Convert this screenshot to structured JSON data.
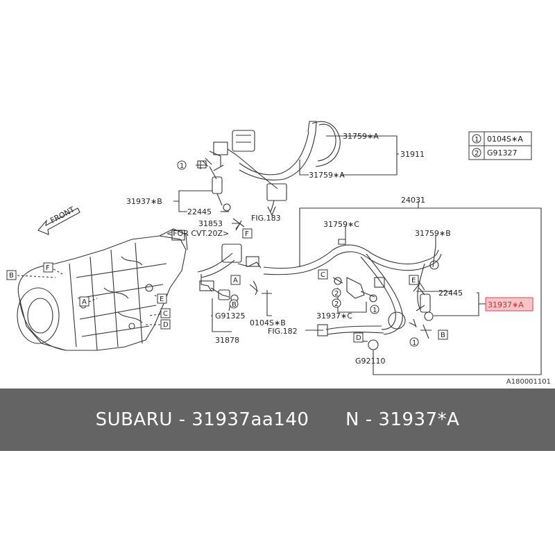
{
  "colors": {
    "caption_bg": "#646464",
    "line": "#333333",
    "highlight": "#d9434a",
    "highlight_fill": "#f5c4c6"
  },
  "direction_label": "FRONT",
  "legend": [
    {
      "num": "1",
      "code": "0104S∗A"
    },
    {
      "num": "2",
      "code": "G91327"
    }
  ],
  "labels": {
    "p31759A_top": "31759∗A",
    "p31759A_bottom": "31759∗A",
    "p31911": "31911",
    "p31937B": "31937∗B",
    "p22445_left": "22445",
    "p31853": "31853",
    "cvt_note": "<FOR CVT.20Z>",
    "fig183": "FIG.183",
    "p24031": "24031",
    "p31759C": "31759∗C",
    "p31759B": "31759∗B",
    "p22445_right": "22445",
    "p31937A": "31937∗A",
    "pG91325": "G91325",
    "p0104SB": "0104S∗B",
    "p31878": "31878",
    "p31937C": "31937∗C",
    "fig182": "FIG.182",
    "pG92110": "G92110"
  },
  "ref_letters": {
    "A": "A",
    "B": "B",
    "C": "C",
    "D": "D",
    "E": "E",
    "F": "F"
  },
  "callouts": {
    "one": "1",
    "two": "2"
  },
  "figure_code": "A180001101",
  "caption": "SUBARU - 31937aa140      N - 31937*A"
}
